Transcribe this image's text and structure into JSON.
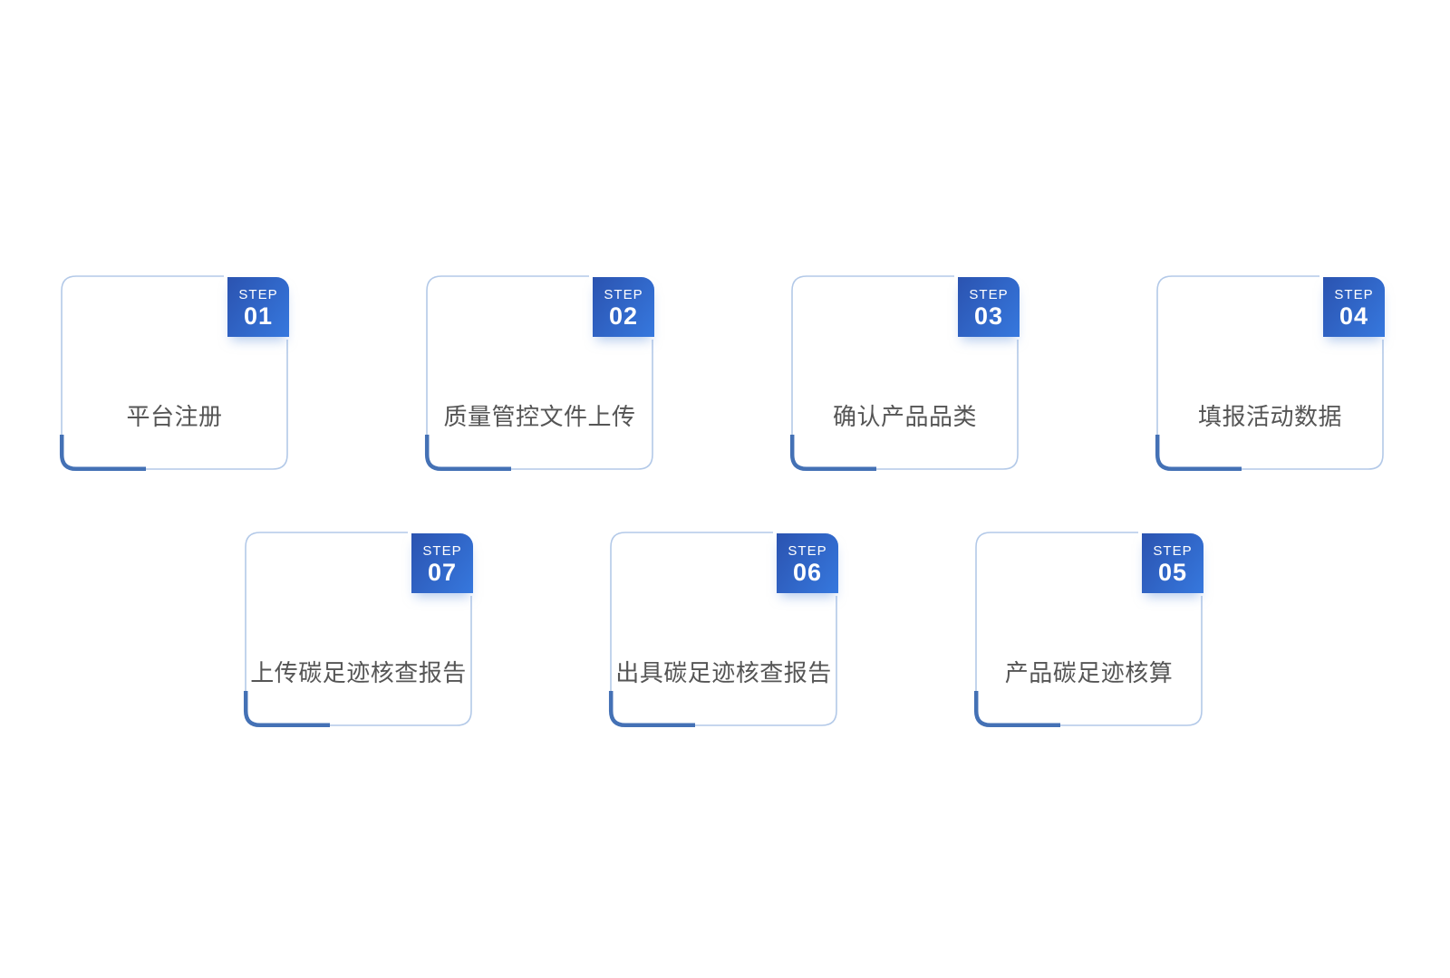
{
  "diagram": {
    "type": "process-steps",
    "description": "Seven step flow cards in two staggered rows"
  },
  "colors": {
    "background": "#ffffff",
    "card_border": "#b3c9e8",
    "corner_accent": "#4471b5",
    "badge_gradient_start": "#2b53b0",
    "badge_gradient_end": "#3678de",
    "badge_text": "#ffffff",
    "title_text": "#555555"
  },
  "cards": [
    {
      "step_label": "STEP",
      "step_number": "01",
      "title": "平台注册"
    },
    {
      "step_label": "STEP",
      "step_number": "02",
      "title": "质量管控文件上传"
    },
    {
      "step_label": "STEP",
      "step_number": "03",
      "title": "确认产品品类"
    },
    {
      "step_label": "STEP",
      "step_number": "04",
      "title": "填报活动数据"
    },
    {
      "step_label": "STEP",
      "step_number": "07",
      "title": "上传碳足迹核查报告"
    },
    {
      "step_label": "STEP",
      "step_number": "06",
      "title": "出具碳足迹核查报告"
    },
    {
      "step_label": "STEP",
      "step_number": "05",
      "title": "产品碳足迹核算"
    }
  ]
}
